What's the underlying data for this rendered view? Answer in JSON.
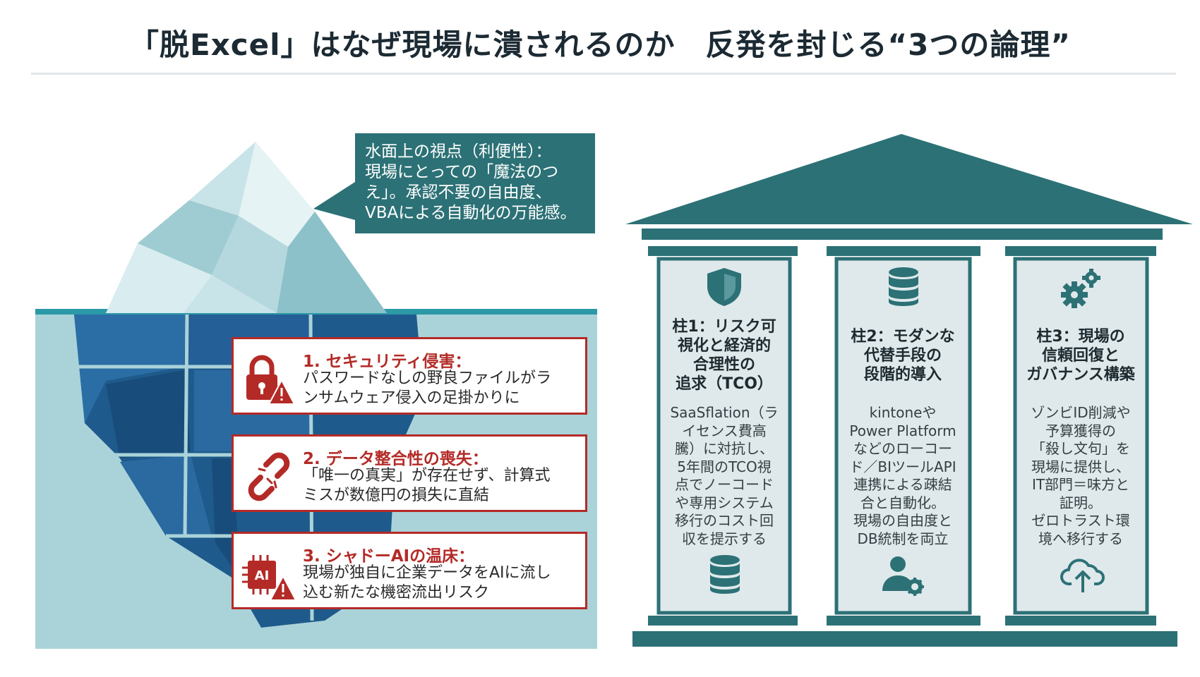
{
  "title": "「脱Excel」はなぜ現場に潰されるのか　反発を封じる“3つの論理”",
  "bubble": {
    "lines": [
      "水面上の視点（利便性）：",
      "現場にとっての「魔法のつ",
      "え」。承認不要の自由度、",
      "VBAによる自動化の万能感。"
    ]
  },
  "risks": [
    {
      "title": "1. セキュリティ侵害：",
      "lines": [
        "パスワードなしの野良ファイルがラ",
        "ンサムウェア侵入の足掛かりに"
      ],
      "icon": "lock-warning-icon"
    },
    {
      "title": "2. データ整合性の喪失：",
      "lines": [
        "「唯一の真実」が存在せず、計算式",
        "ミスが数億円の損失に直結"
      ],
      "icon": "broken-link-icon"
    },
    {
      "title": "3. シャドーAIの温床：",
      "lines": [
        "現場が独自に企業データをAIに流し",
        "込む新たな機密流出リスク"
      ],
      "icon": "ai-chip-warning-icon",
      "icon_text": "AI"
    }
  ],
  "pillars": [
    {
      "title_lines": [
        "柱1：リスク可",
        "視化と経済的",
        "合理性の",
        "追求（TCO）"
      ],
      "body_lines": [
        "SaaSflation（ラ",
        "イセンス費高",
        "騰）に対抗し、",
        "5年間のTCO視",
        "点でノーコード",
        "や専用システム",
        "移行のコスト回",
        "収を提示する"
      ],
      "top_icon": "shield-icon",
      "bottom_icon": "database-icon"
    },
    {
      "title_lines": [
        "柱2：モダンな",
        "代替手段の",
        "段階的導入"
      ],
      "body_lines": [
        "kintoneや",
        "Power Platform",
        "などのローコー",
        "ド／BIツールAPI",
        "連携による疎結",
        "合と自動化。",
        "現場の自由度と",
        "DB統制を両立"
      ],
      "top_icon": "database-icon",
      "bottom_icon": "user-gear-icon"
    },
    {
      "title_lines": [
        "柱3：現場の",
        "信頼回復と",
        "ガバナンス構築"
      ],
      "body_lines": [
        "ゾンビID削減や",
        "予算獲得の",
        "「殺し文句」を",
        "現場に提供し、",
        "IT部門＝味方と",
        "証明。",
        "ゼロトラスト環",
        "境へ移行する"
      ],
      "top_icon": "gears-icon",
      "bottom_icon": "cloud-upload-icon"
    }
  ],
  "colors": {
    "teal": "#2c7176",
    "red": "#b32a27",
    "navy": "#1f5a8c",
    "ice": "#bfe0e4",
    "water": "#a9d3d8"
  }
}
